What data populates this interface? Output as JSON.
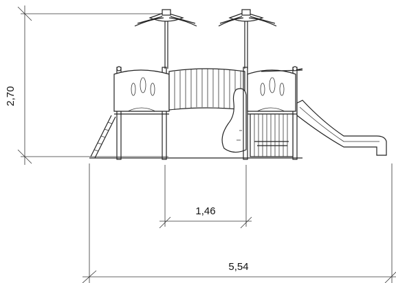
{
  "dimensions": {
    "height_label": "2,70",
    "inner_width_label": "1,46",
    "total_width_label": "5,54"
  }
}
